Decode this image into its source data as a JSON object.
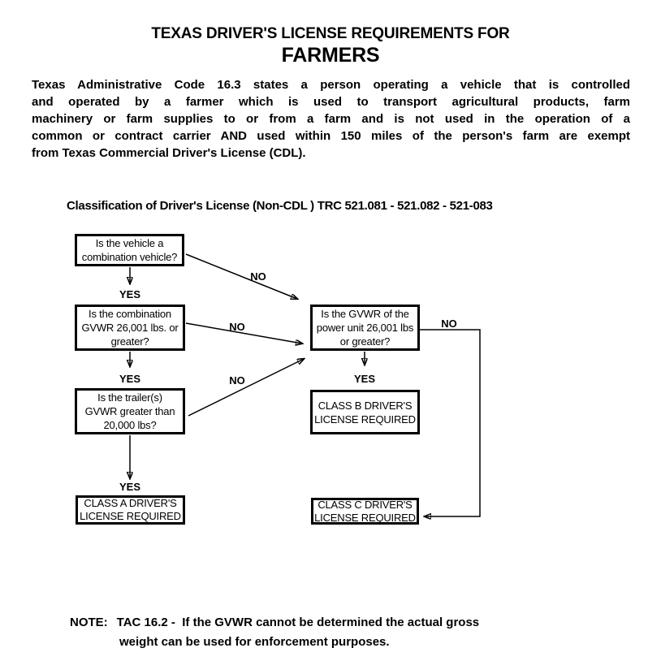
{
  "header": {
    "title_line1": "TEXAS DRIVER'S LICENSE REQUIREMENTS FOR",
    "title_line2": "FARMERS"
  },
  "intro": {
    "lines": [
      "Texas Administrative Code 16.3 states a person operating a vehicle that is controlled",
      "and operated by a farmer which is used to transport agricultural products, farm",
      "machinery or farm supplies to or from a farm and is not used in the operation of a",
      "common or contract carrier AND used within 150 miles of the person's farm are exempt",
      "from Texas Commercial Driver's License (CDL)."
    ]
  },
  "section": {
    "heading": "Classification of Driver's License (Non-CDL ) TRC 521.081 - 521.082 - 521-083"
  },
  "flowchart": {
    "boxes": {
      "combination_question": {
        "lines": [
          "Is the vehicle a",
          "combination vehicle?"
        ]
      },
      "combination_gvwr_question": {
        "lines": [
          "Is the combination",
          "GVWR 26,001 lbs. or",
          "greater?"
        ]
      },
      "trailer_gvwr_question": {
        "lines": [
          "Is the trailer(s)",
          "GVWR greater than",
          "20,000 lbs?"
        ]
      },
      "power_unit_gvwr_question": {
        "lines": [
          "Is the GVWR of the",
          "power unit 26,001 lbs",
          "or greater?"
        ]
      },
      "class_a_result": {
        "lines": [
          "CLASS A DRIVER'S",
          "LICENSE REQUIRED"
        ]
      },
      "class_b_result": {
        "lines": [
          "CLASS B DRIVER'S",
          "LICENSE REQUIRED"
        ]
      },
      "class_c_result": {
        "lines": [
          "CLASS C DRIVER'S",
          "LICENSE REQUIRED"
        ]
      }
    },
    "labels": {
      "yes_combination": "YES",
      "yes_combination_gvwr": "YES",
      "yes_trailer": "YES",
      "yes_power_unit": "YES",
      "no_combination": "NO",
      "no_combination_gvwr": "NO",
      "no_trailer": "NO",
      "no_power_unit": "NO"
    }
  },
  "note": {
    "label": "NOTE:",
    "line1": "TAC 16.2 -  If the GVWR cannot be determined the actual gross",
    "line2": "weight can be used for enforcement purposes."
  },
  "colors": {
    "ink": "#000000",
    "background": "#ffffff"
  }
}
